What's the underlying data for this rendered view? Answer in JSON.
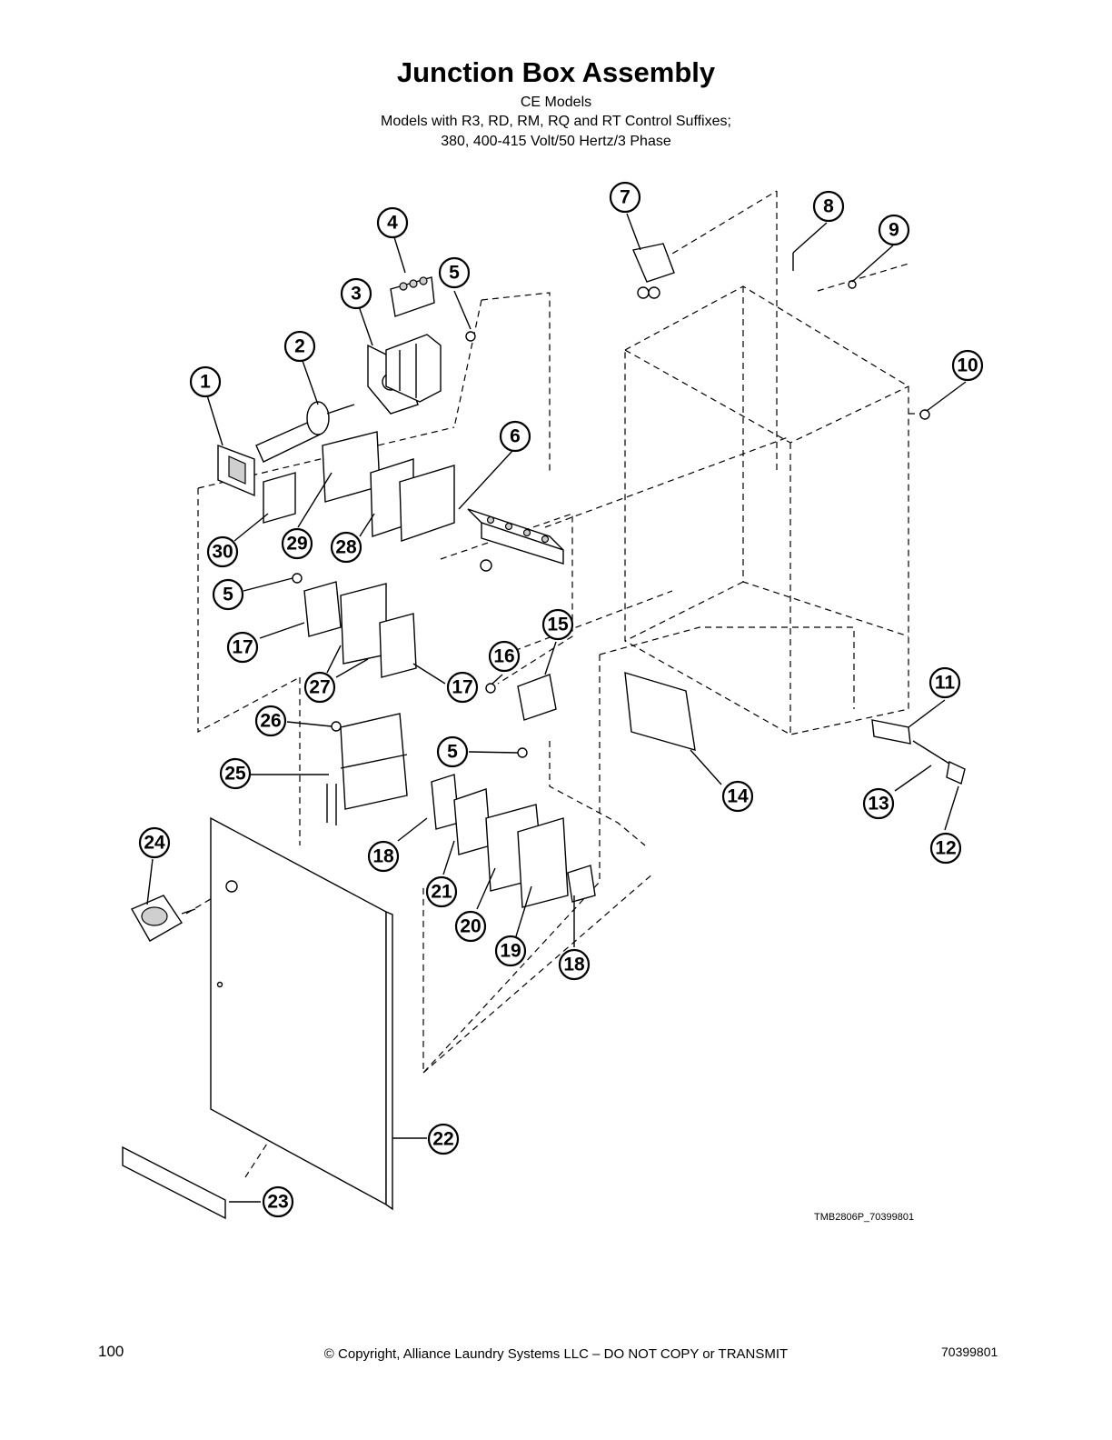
{
  "title": "Junction Box Assembly",
  "subtitle_lines": [
    "CE Models",
    "Models with R3, RD, RM, RQ and RT Control Suffixes;",
    "380, 400-415 Volt/50 Hertz/3 Phase"
  ],
  "drawing_reference": "TMB2806P_70399801",
  "footer": {
    "page_number": "100",
    "copyright": "© Copyright, Alliance Laundry Systems LLC – DO NOT COPY or TRANSMIT",
    "document_number": "70399801"
  },
  "callouts": [
    {
      "label": "1"
    },
    {
      "label": "2"
    },
    {
      "label": "3"
    },
    {
      "label": "4"
    },
    {
      "label": "5"
    },
    {
      "label": "6"
    },
    {
      "label": "7"
    },
    {
      "label": "8"
    },
    {
      "label": "9"
    },
    {
      "label": "10"
    },
    {
      "label": "30"
    },
    {
      "label": "29"
    },
    {
      "label": "28"
    },
    {
      "label": "5"
    },
    {
      "label": "17"
    },
    {
      "label": "15"
    },
    {
      "label": "16"
    },
    {
      "label": "27"
    },
    {
      "label": "17"
    },
    {
      "label": "11"
    },
    {
      "label": "26"
    },
    {
      "label": "5"
    },
    {
      "label": "14"
    },
    {
      "label": "25"
    },
    {
      "label": "13"
    },
    {
      "label": "12"
    },
    {
      "label": "24"
    },
    {
      "label": "18"
    },
    {
      "label": "21"
    },
    {
      "label": "20"
    },
    {
      "label": "19"
    },
    {
      "label": "18"
    },
    {
      "label": "22"
    },
    {
      "label": "23"
    }
  ]
}
